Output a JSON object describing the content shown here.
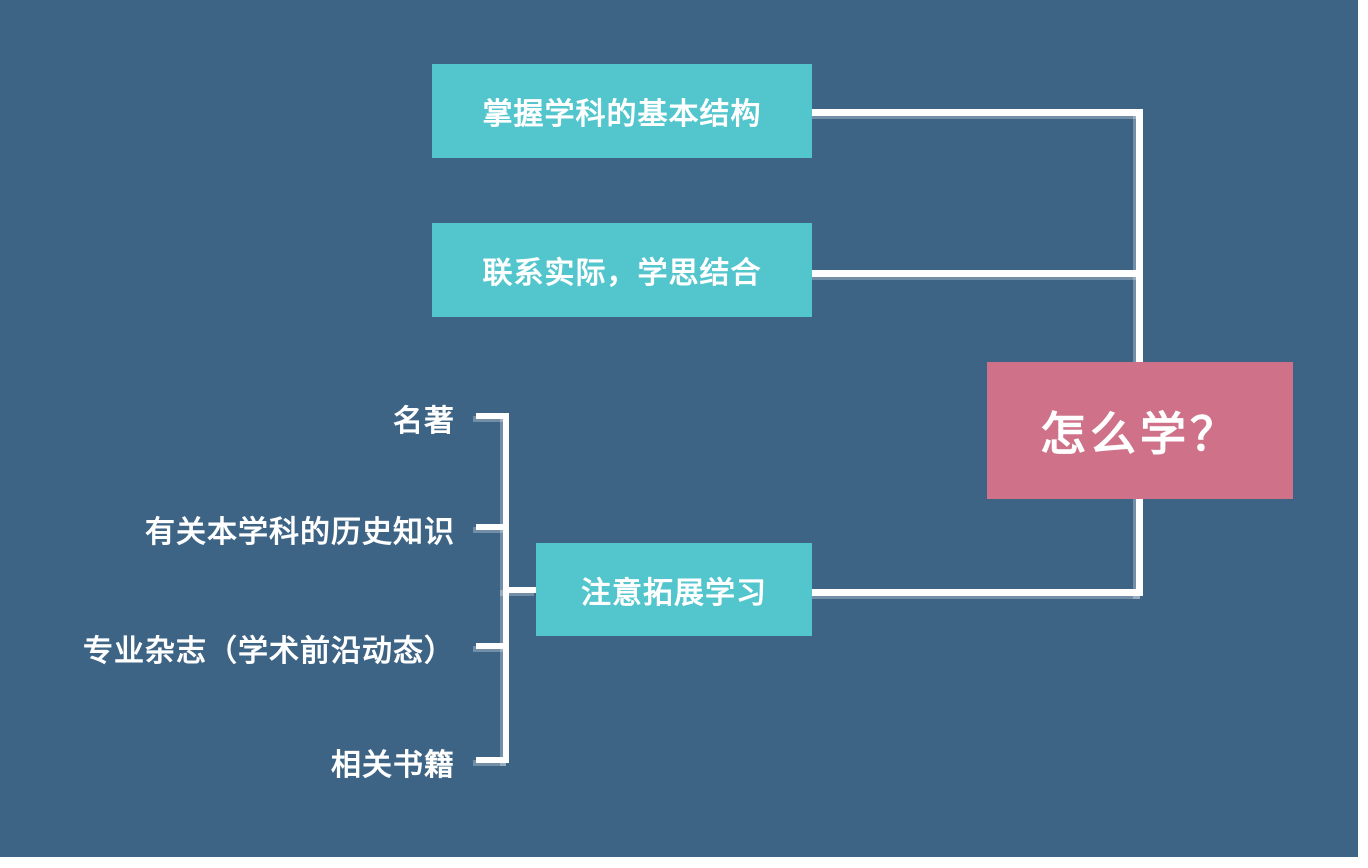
{
  "diagram": {
    "title": "怎么学？",
    "root": {
      "label": "怎么学？"
    },
    "branches": [
      {
        "label": "掌握学科的基本结构"
      },
      {
        "label": "联系实际，学思结合"
      },
      {
        "label": "注意拓展学习",
        "children": [
          "名著",
          "有关本学科的历史知识",
          "专业杂志（学术前沿动态）",
          "相关书籍"
        ]
      }
    ]
  },
  "colors": {
    "background": "#3E6485",
    "branch_box": "#52C5CD",
    "root_box": "#CE7189",
    "line": "#FFFFFF",
    "text": "#FFFFFF",
    "page_margin": "#FFFFFF"
  }
}
